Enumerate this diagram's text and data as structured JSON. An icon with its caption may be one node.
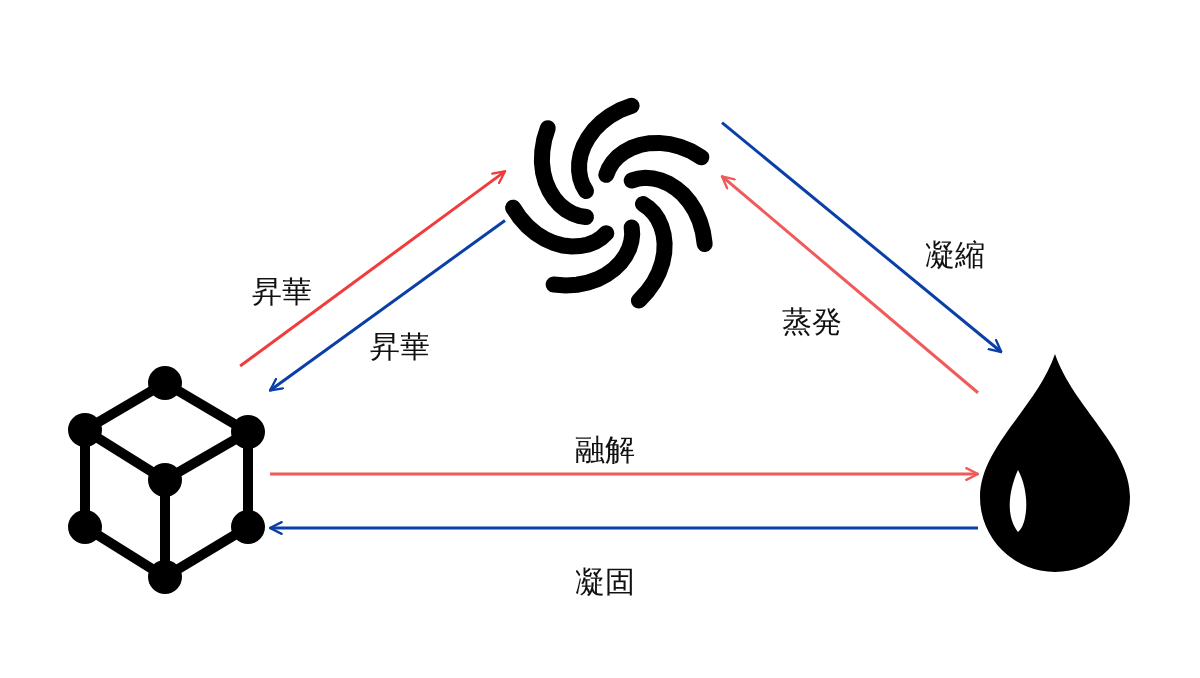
{
  "diagram": {
    "nodes": [
      {
        "text": [],
        "shape": "picture"
      },
      {
        "text": [],
        "shape": "picture"
      },
      {
        "text": [],
        "shape": "picture"
      }
    ],
    "edges": [
      {
        "from": 1,
        "to": 0,
        "arrow": "to",
        "label": "昇華",
        "color": "#f03c3c"
      },
      {
        "from": 0,
        "to": 1,
        "arrow": "to",
        "label": "昇華",
        "color": "#0a3fa8"
      },
      {
        "from": 0,
        "to": 2,
        "arrow": "to",
        "label": "凝縮",
        "color": "#0a3fa8"
      },
      {
        "from": 2,
        "to": 0,
        "arrow": "to",
        "label": "蒸発",
        "color": "#f05a5a"
      },
      {
        "from": 1,
        "to": 2,
        "arrow": "to",
        "label": "融解",
        "color": "#f05a5a"
      },
      {
        "from": 2,
        "to": 1,
        "arrow": "to",
        "label": "凝固",
        "color": "#0a3fa8"
      }
    ]
  }
}
